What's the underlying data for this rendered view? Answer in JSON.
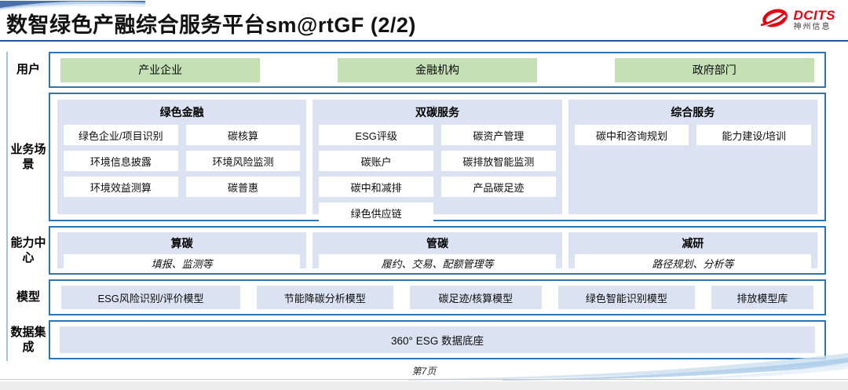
{
  "header": {
    "title": "数智绿色产融综合服务平台sm@rtGF (2/2)",
    "logo": {
      "brand": "DCITS",
      "subtitle": "神州信息"
    }
  },
  "rows": {
    "users": {
      "label": "用户",
      "items": [
        "产业企业",
        "金融机构",
        "政府部门"
      ]
    },
    "scenarios": {
      "label": "业务场景",
      "columns": [
        {
          "title": "绿色金融",
          "items": [
            "绿色企业/项目识别",
            "碳核算",
            "环境信息披露",
            "环境风险监测",
            "环境效益测算",
            "碳普惠"
          ]
        },
        {
          "title": "双碳服务",
          "items": [
            "ESG评级",
            "碳资产管理",
            "碳账户",
            "碳排放智能监测",
            "碳中和减排",
            "产品碳足迹",
            "绿色供应链"
          ]
        },
        {
          "title": "综合服务",
          "items": [
            "碳中和咨询规划",
            "能力建设/培训"
          ]
        }
      ]
    },
    "capabilities": {
      "label": "能力中心",
      "columns": [
        {
          "title": "算碳",
          "desc": "填报、监测等"
        },
        {
          "title": "管碳",
          "desc": "履约、交易、配额管理等"
        },
        {
          "title": "减研",
          "desc": "路径规划、分析等"
        }
      ]
    },
    "models": {
      "label": "模型",
      "items": [
        "ESG风险识别/评价模型",
        "节能降碳分析模型",
        "碳足迹/核算模型",
        "绿色智能识别模型",
        "排放模型库"
      ]
    },
    "data_integration": {
      "label": "数据集成",
      "item": "360° ESG 数据底座"
    }
  },
  "footer": {
    "page": "第7页"
  },
  "colors": {
    "section_border": "#2e75b6",
    "panel_blue": "#dbe3f2",
    "user_green": "#c5e0b4",
    "title_rule": "#1f5597",
    "logo_red": "#e60012"
  }
}
